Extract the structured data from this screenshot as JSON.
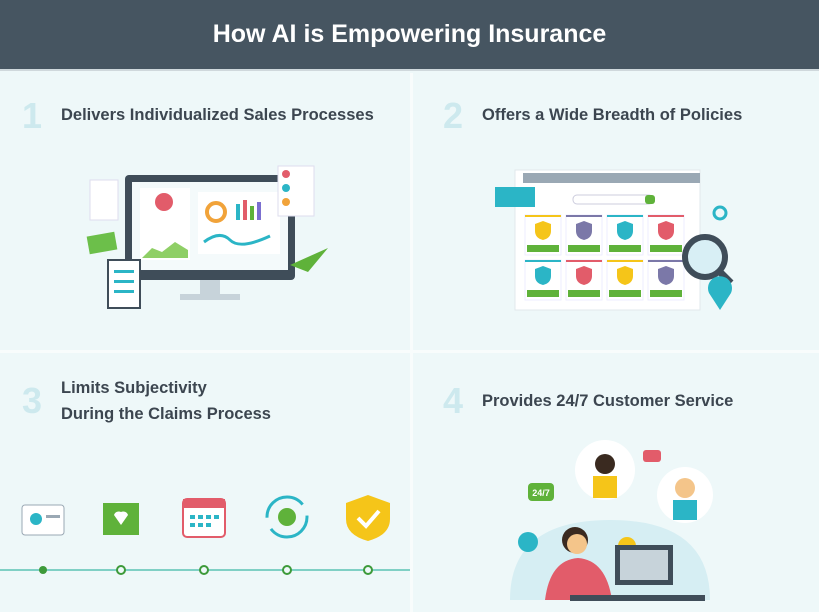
{
  "header": {
    "title": "How AI is Empowering Insurance"
  },
  "sections": [
    {
      "number": "1",
      "title": "Delivers Individualized Sales Processes"
    },
    {
      "number": "2",
      "title": "Offers a Wide Breadth of Policies"
    },
    {
      "number": "3",
      "title_line1": "Limits Subjectivity",
      "title_line2": "During the Claims Process"
    },
    {
      "number": "4",
      "title": "Provides 24/7 Customer Service"
    }
  ],
  "illustrations": {
    "chat_badge": "24/7"
  },
  "colors": {
    "header": "#465561",
    "background": "#eef8f9",
    "accent_green": "#5fb23a",
    "accent_teal": "#2bb5c6"
  }
}
